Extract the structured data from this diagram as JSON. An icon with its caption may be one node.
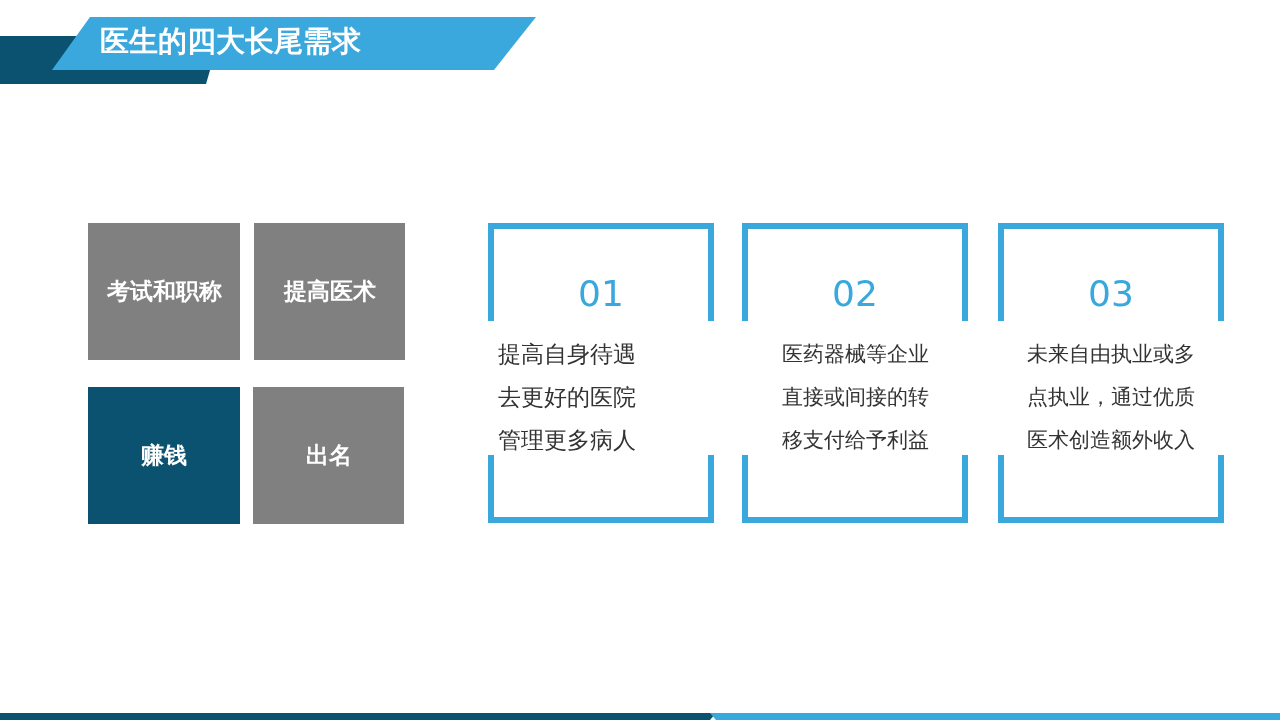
{
  "diagram": {
    "title": "医生的四大长尾需求",
    "nodes": [
      {
        "text": [
          "考试和职称"
        ]
      },
      {
        "text": [
          "提高医术"
        ]
      },
      {
        "text": [
          "赚钱"
        ]
      },
      {
        "text": [
          "出名"
        ]
      },
      {
        "text": [
          "01",
          "提高自身待遇",
          "去更好的医院",
          "管理更多病人"
        ]
      },
      {
        "text": [
          "02",
          "医药器械等企业直接或间接的转移支付给予利益"
        ]
      },
      {
        "text": [
          "03",
          "未来自由执业或多点执业，通过优质医术创造额外收入"
        ]
      }
    ]
  }
}
